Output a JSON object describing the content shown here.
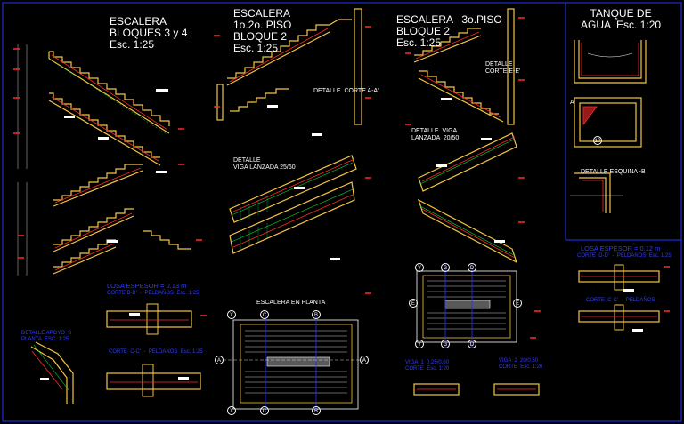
{
  "colors": {
    "background": "#000000",
    "frame": "#2233ff",
    "concrete": "#f4c542",
    "rebar": "#ff2a2a",
    "dimension": "#00e040",
    "text": "#ffffff",
    "note": "#2f3cff"
  },
  "titles": {
    "t1": "ESCALERA\nBLOQUES 3 y 4\nEsc. 1:25",
    "t2": "ESCALERA\n1o.2o. PISO\nBLOQUE 2\nEsc. 1:25",
    "t3": "ESCALERA   3o.PISO\nBLOQUE 2\nEsc. 1:25",
    "t4": "TANQUE DE\nAGUA  Esc. 1:20"
  },
  "labels": {
    "detalle_corte_aa": "DETALLE  CORTE A-A'",
    "detalle_corte_ee": "DETALLE\nCORTE E-E'",
    "detalle_viga_2560": "DETALLE\nVIGA LANZADA 25/60",
    "detalle_viga_2050": "DETALLE  VIGA\nLANZADA  20/50",
    "escalera_planta": "ESCALERA EN PLANTA",
    "detalle_esquina": "DETALLE ESQUINA -B"
  },
  "notes": {
    "losa_left": "LOSA ESPESOR = 0.13 m",
    "losa_left_sub": "CORTE B-B'  -  PELDAÑOS  Esc. 1:25",
    "detalle_apoyo": "DETALLE APOYO  S\nPLANTA  ESC. 1:25",
    "corte_cc_left": "CORTE  C-C'  -  PELDAÑOS  Esc. 1:25",
    "losa_right": "LOSA ESPESOR = 0.12 m",
    "losa_right_sub": "CORTE  D-D'  -  PELDAÑOS  Esc. 1:25",
    "corte_cc_right": "CORTE  C-C'  -  PELDAÑOS",
    "viga_a": "VIGA  1  0.25/0.60\nCORTE  Esc. 1:20",
    "viga_b": "VIGA  2  20/0.50\nCORTE  Esc. 1:20"
  },
  "axis_labels": {
    "x_tl": "X",
    "c_t": "C",
    "b_t": "B",
    "x_bl": "X",
    "c_b": "C",
    "b_b": "B",
    "a_l": "A",
    "a_r": "A",
    "y_tl": "Y",
    "g_t": "G",
    "d_t": "D",
    "y_bl": "Y",
    "g_b": "G",
    "d_b": "D",
    "e_l": "E",
    "e_r": "E",
    "tank_a": "A",
    "tank_10": "10"
  }
}
